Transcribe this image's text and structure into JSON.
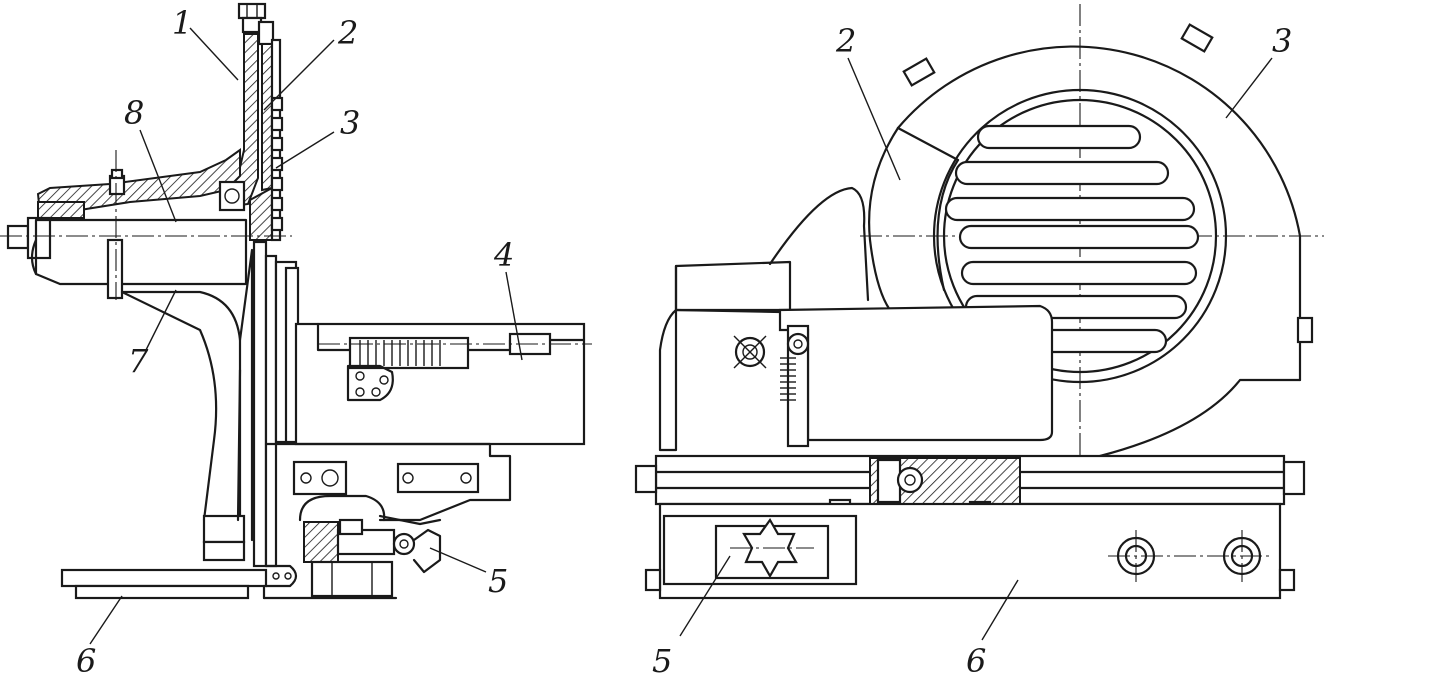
{
  "labels": {
    "left_view": [
      "1",
      "2",
      "3",
      "4",
      "5",
      "6",
      "7",
      "8"
    ],
    "right_view": [
      "2",
      "3",
      "5",
      "6"
    ]
  }
}
